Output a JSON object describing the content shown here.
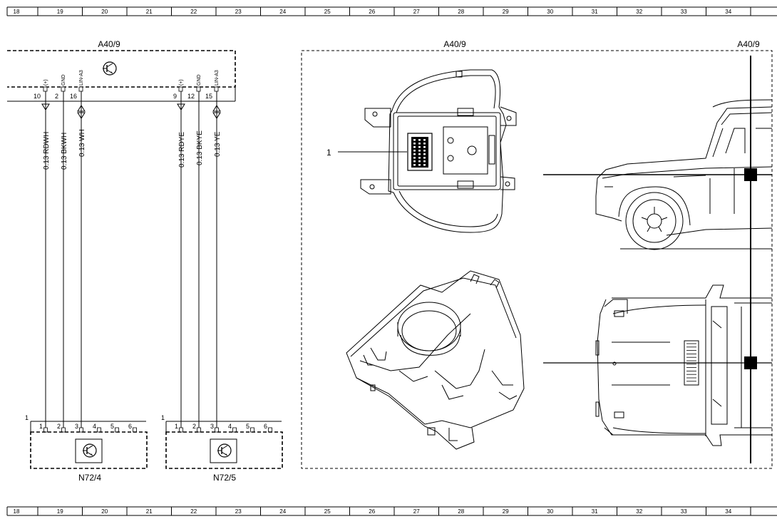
{
  "ruler": {
    "top": [
      "18",
      "19",
      "20",
      "21",
      "22",
      "23",
      "24",
      "25",
      "26",
      "27",
      "28",
      "29",
      "30",
      "31",
      "32",
      "33",
      "34"
    ],
    "bottom": [
      "18",
      "19",
      "20",
      "21",
      "22",
      "23",
      "24",
      "25",
      "26",
      "27",
      "28",
      "29",
      "30",
      "31",
      "32",
      "33",
      "34"
    ]
  },
  "module": {
    "title_left": "A40/9",
    "title_center": "A40/9",
    "title_right": "A40/9",
    "group_a": {
      "pins": [
        "10",
        "2",
        "16"
      ],
      "pin_labels": [
        "(+)",
        "GND",
        "LIN-A3"
      ],
      "wires": [
        "0.13 RDWH",
        "0.13 BKWH",
        "0.13 WH"
      ]
    },
    "group_b": {
      "pins": [
        "9",
        "12",
        "15"
      ],
      "pin_labels": [
        "(+)",
        "GND",
        "LIN-A3"
      ],
      "wires": [
        "0.13 RDYE",
        "0.13 BKYE",
        "0.13 YE"
      ]
    }
  },
  "components": [
    {
      "id": "N72/4",
      "connector_label": "1",
      "pins": [
        "1",
        "2",
        "3",
        "4",
        "5",
        "6"
      ]
    },
    {
      "id": "N72/5",
      "connector_label": "1",
      "pins": [
        "1",
        "2",
        "3",
        "4",
        "5",
        "6"
      ]
    }
  ],
  "callout": {
    "number": "1"
  },
  "icons": [
    "transistor-icon",
    "connector-icon",
    "vehicle-side-view",
    "vehicle-top-view",
    "controller-top-view",
    "controller-perspective-view"
  ]
}
